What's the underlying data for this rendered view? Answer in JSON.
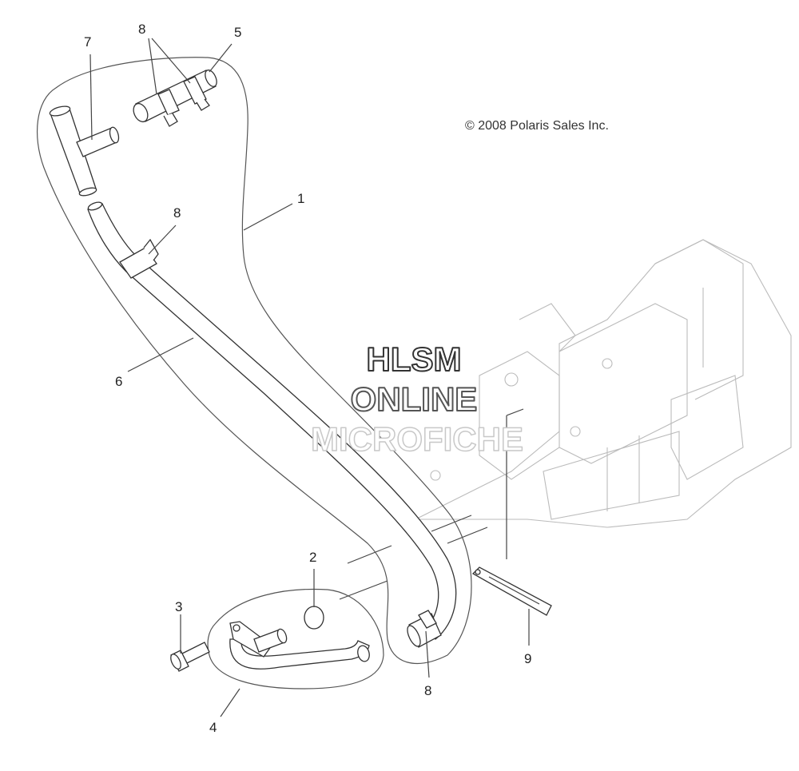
{
  "copyright": "© 2008 Polaris Sales Inc.",
  "watermark": {
    "line1": "HLSM",
    "line2": "ONLINE",
    "line3": "MICROFICHE"
  },
  "callouts": {
    "c1": "1",
    "c2": "2",
    "c3": "3",
    "c4": "4",
    "c5": "5",
    "c6": "6",
    "c7": "7",
    "c8a": "8",
    "c8b": "8",
    "c8c": "8",
    "c9": "9"
  }
}
